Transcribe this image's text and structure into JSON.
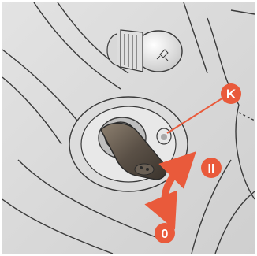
{
  "figure": {
    "callouts": {
      "k": "K",
      "position_ii": "II",
      "position_0": "0"
    },
    "colors": {
      "background": "#d5d5d5",
      "line": "#3a3a3a",
      "key_dark": "#4a433a",
      "callout": "#e95a3b",
      "arrow": "#e95a3b"
    }
  }
}
